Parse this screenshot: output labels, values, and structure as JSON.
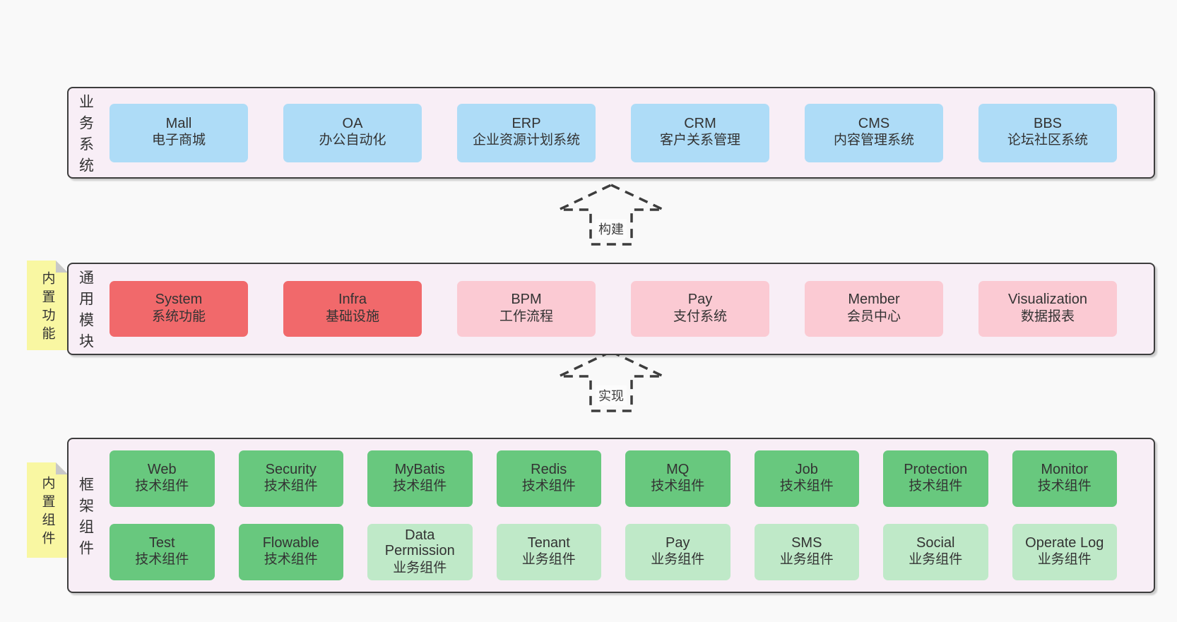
{
  "colors": {
    "background": "#f9f9f9",
    "container_fill": "#f8eef6",
    "container_border": "#3d3d3d",
    "blue": "#aedcf7",
    "red": "#f1696b",
    "pink": "#fbcad3",
    "green_dark": "#68c87e",
    "green_light": "#bfe9c8",
    "note_yellow": "#f9f7a2",
    "text": "#333333"
  },
  "arrows": [
    {
      "label": "构建"
    },
    {
      "label": "实现"
    }
  ],
  "layers": [
    {
      "label": "业务系统",
      "boxes": [
        {
          "en": "Mall",
          "zh": "电子商城",
          "variant": "blue"
        },
        {
          "en": "OA",
          "zh": "办公自动化",
          "variant": "blue"
        },
        {
          "en": "ERP",
          "zh": "企业资源计划系统",
          "variant": "blue"
        },
        {
          "en": "CRM",
          "zh": "客户关系管理",
          "variant": "blue"
        },
        {
          "en": "CMS",
          "zh": "内容管理系统",
          "variant": "blue"
        },
        {
          "en": "BBS",
          "zh": "论坛社区系统",
          "variant": "blue"
        }
      ]
    },
    {
      "label": "通用模块",
      "note": "内置功能",
      "boxes": [
        {
          "en": "System",
          "zh": "系统功能",
          "variant": "red"
        },
        {
          "en": "Infra",
          "zh": "基础设施",
          "variant": "red"
        },
        {
          "en": "BPM",
          "zh": "工作流程",
          "variant": "pink"
        },
        {
          "en": "Pay",
          "zh": "支付系统",
          "variant": "pink"
        },
        {
          "en": "Member",
          "zh": "会员中心",
          "variant": "pink"
        },
        {
          "en": "Visualization",
          "zh": "数据报表",
          "variant": "pink"
        }
      ]
    },
    {
      "label": "框架组件",
      "note": "内置组件",
      "rows": [
        [
          {
            "en": "Web",
            "zh": "技术组件",
            "variant": "green-dark"
          },
          {
            "en": "Security",
            "zh": "技术组件",
            "variant": "green-dark"
          },
          {
            "en": "MyBatis",
            "zh": "技术组件",
            "variant": "green-dark"
          },
          {
            "en": "Redis",
            "zh": "技术组件",
            "variant": "green-dark"
          },
          {
            "en": "MQ",
            "zh": "技术组件",
            "variant": "green-dark"
          },
          {
            "en": "Job",
            "zh": "技术组件",
            "variant": "green-dark"
          },
          {
            "en": "Protection",
            "zh": "技术组件",
            "variant": "green-dark"
          },
          {
            "en": "Monitor",
            "zh": "技术组件",
            "variant": "green-dark"
          }
        ],
        [
          {
            "en": "Test",
            "zh": "技术组件",
            "variant": "green-dark"
          },
          {
            "en": "Flowable",
            "zh": "技术组件",
            "variant": "green-dark"
          },
          {
            "en": "Data Permission",
            "zh": "业务组件",
            "variant": "green-light"
          },
          {
            "en": "Tenant",
            "zh": "业务组件",
            "variant": "green-light"
          },
          {
            "en": "Pay",
            "zh": "业务组件",
            "variant": "green-light"
          },
          {
            "en": "SMS",
            "zh": "业务组件",
            "variant": "green-light"
          },
          {
            "en": "Social",
            "zh": "业务组件",
            "variant": "green-light"
          },
          {
            "en": "Operate Log",
            "zh": "业务组件",
            "variant": "green-light"
          }
        ]
      ]
    }
  ]
}
